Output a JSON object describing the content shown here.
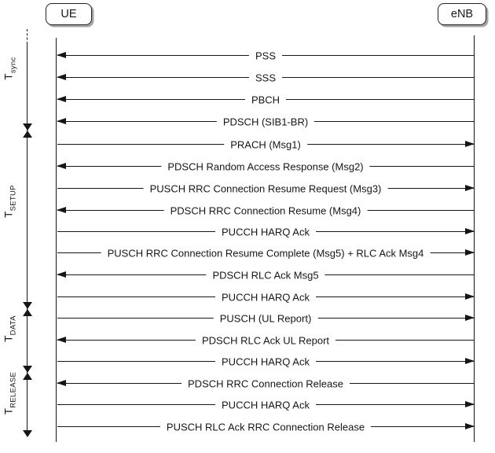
{
  "diagram": {
    "type": "sequence-diagram",
    "actors": {
      "ue": "UE",
      "enb": "eNB"
    },
    "colors": {
      "line": "#161616",
      "box_shadow": "#a6a6a6",
      "background": "#ffffff"
    },
    "sections": [
      {
        "symbol": "T",
        "subscript": "sync"
      },
      {
        "symbol": "T",
        "subscript": "SETUP"
      },
      {
        "symbol": "T",
        "subscript": "DATA"
      },
      {
        "symbol": "T",
        "subscript": "RELEASE"
      }
    ],
    "messages": [
      {
        "label": "PSS",
        "direction": "to-ue",
        "section": "T_sync"
      },
      {
        "label": "SSS",
        "direction": "to-ue",
        "section": "T_sync"
      },
      {
        "label": "PBCH",
        "direction": "to-ue",
        "section": "T_sync"
      },
      {
        "label": "PDSCH (SIB1-BR)",
        "direction": "to-ue",
        "section": "T_sync"
      },
      {
        "label": "PRACH (Msg1)",
        "direction": "to-enb",
        "section": "T_SETUP"
      },
      {
        "label": "PDSCH Random Access Response (Msg2)",
        "direction": "to-ue",
        "section": "T_SETUP"
      },
      {
        "label": "PUSCH RRC Connection Resume Request (Msg3)",
        "direction": "to-enb",
        "section": "T_SETUP"
      },
      {
        "label": "PDSCH RRC Connection Resume (Msg4)",
        "direction": "to-ue",
        "section": "T_SETUP"
      },
      {
        "label": "PUCCH HARQ Ack",
        "direction": "to-enb",
        "section": "T_SETUP"
      },
      {
        "label": "PUSCH RRC Connection Resume Complete (Msg5) + RLC Ack Msg4",
        "direction": "to-enb",
        "section": "T_SETUP"
      },
      {
        "label": "PDSCH RLC Ack Msg5",
        "direction": "to-ue",
        "section": "T_SETUP"
      },
      {
        "label": "PUCCH HARQ Ack",
        "direction": "to-enb",
        "section": "T_SETUP"
      },
      {
        "label": "PUSCH (UL Report)",
        "direction": "to-enb",
        "section": "T_DATA"
      },
      {
        "label": "PDSCH RLC Ack UL Report",
        "direction": "to-ue",
        "section": "T_DATA"
      },
      {
        "label": "PUCCH HARQ Ack",
        "direction": "to-enb",
        "section": "T_DATA"
      },
      {
        "label": "PDSCH RRC Connection Release",
        "direction": "to-ue",
        "section": "T_RELEASE"
      },
      {
        "label": "PUCCH HARQ Ack",
        "direction": "to-enb",
        "section": "T_RELEASE"
      },
      {
        "label": "PUSCH RLC Ack RRC Connection Release",
        "direction": "to-enb",
        "section": "T_RELEASE"
      }
    ]
  }
}
